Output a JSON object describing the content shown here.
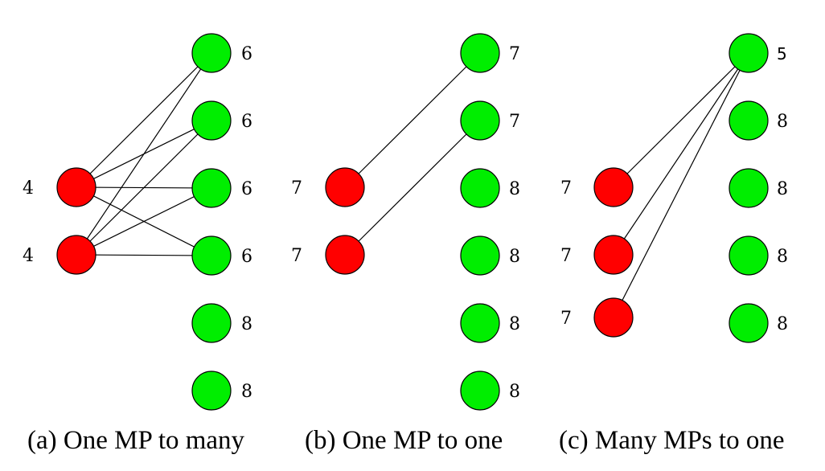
{
  "colors": {
    "source": "#ff0000",
    "target": "#00ee00",
    "edge": "#000000"
  },
  "panels": [
    {
      "caption": "(a) One MP to many",
      "sources": [
        {
          "label": "4"
        },
        {
          "label": "4"
        }
      ],
      "targets": [
        {
          "label": "6"
        },
        {
          "label": "6"
        },
        {
          "label": "6"
        },
        {
          "label": "6"
        },
        {
          "label": "8"
        },
        {
          "label": "8"
        }
      ],
      "edges": [
        [
          0,
          0
        ],
        [
          0,
          1
        ],
        [
          0,
          2
        ],
        [
          0,
          3
        ],
        [
          1,
          0
        ],
        [
          1,
          1
        ],
        [
          1,
          2
        ],
        [
          1,
          3
        ]
      ]
    },
    {
      "caption": "(b) One MP to one",
      "sources": [
        {
          "label": "7"
        },
        {
          "label": "7"
        }
      ],
      "targets": [
        {
          "label": "7"
        },
        {
          "label": "7"
        },
        {
          "label": "8"
        },
        {
          "label": "8"
        },
        {
          "label": "8"
        },
        {
          "label": "8"
        }
      ],
      "edges": [
        [
          0,
          0
        ],
        [
          1,
          1
        ]
      ]
    },
    {
      "caption": "(c) Many MPs to one",
      "sources": [
        {
          "label": "7"
        },
        {
          "label": "7"
        },
        {
          "label": "7"
        }
      ],
      "targets": [
        {
          "label": "5"
        },
        {
          "label": "8"
        },
        {
          "label": "8"
        },
        {
          "label": "8"
        },
        {
          "label": "8"
        }
      ],
      "edges": [
        [
          0,
          0
        ],
        [
          1,
          0
        ],
        [
          2,
          0
        ]
      ]
    }
  ]
}
